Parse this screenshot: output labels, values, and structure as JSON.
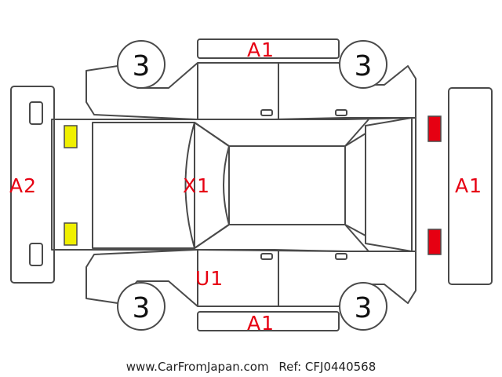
{
  "colors": {
    "outline": "#4a4a4a",
    "damage_label": "#e60012",
    "front_lamp": "#f0f000",
    "rear_lamp": "#e60012"
  },
  "panels": {
    "roof_top": "A1",
    "roof_bottom": "A1",
    "front_bumper": "A2",
    "rear_bumper": "A1",
    "hood": "X1",
    "left_side": "U1"
  },
  "tires": {
    "front_left": "3",
    "rear_left": "3",
    "front_right": "3",
    "rear_right": "3"
  },
  "footer": {
    "site": "www.CarFromJapan.com",
    "ref": "Ref: CFJ0440568"
  }
}
